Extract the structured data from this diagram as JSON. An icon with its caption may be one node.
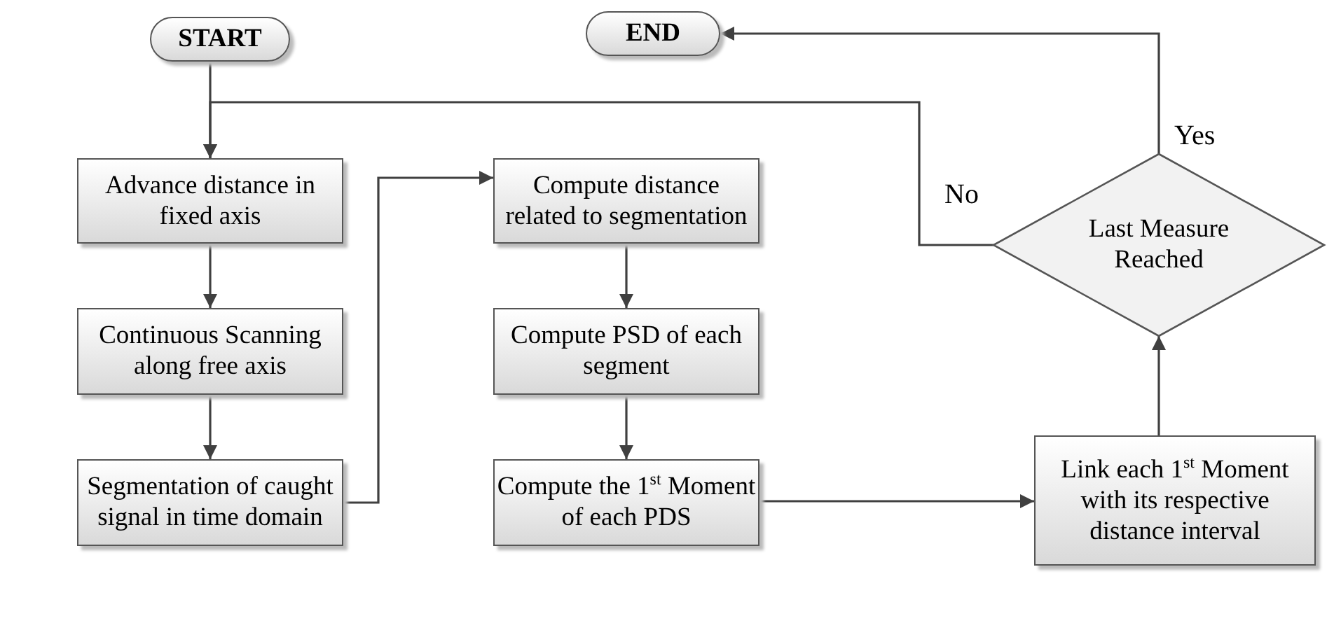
{
  "diagram": {
    "nodes": [
      {
        "text": [
          "START"
        ]
      },
      {
        "text": [
          "END"
        ]
      },
      {
        "text": [
          "Advance distance in fixed axis"
        ]
      },
      {
        "text": [
          "Continuous Scanning along free axis"
        ]
      },
      {
        "text": [
          "Segmentation of caught signal in time domain"
        ]
      },
      {
        "text": [
          "Compute distance related to segmentation"
        ]
      },
      {
        "text": [
          "Compute PSD of each segment"
        ]
      },
      {
        "text": [
          "Compute the 1$^{st}$ Moment of each PDS"
        ]
      },
      {
        "text": [
          "Last Measure Reached"
        ]
      },
      {
        "text": [
          "Link each 1$^{st}$ Moment with its respective distance interval"
        ]
      }
    ],
    "edges": [
      {
        "from": 0,
        "to": 2,
        "arrow": "to"
      },
      {
        "from": 2,
        "to": 3,
        "arrow": "to"
      },
      {
        "from": 3,
        "to": 4,
        "arrow": "to"
      },
      {
        "from": 4,
        "to": 5,
        "arrow": "to"
      },
      {
        "from": 5,
        "to": 6,
        "arrow": "to"
      },
      {
        "from": 6,
        "to": 7,
        "arrow": "to"
      },
      {
        "from": 7,
        "to": 9,
        "arrow": "to"
      },
      {
        "from": 9,
        "to": 8,
        "arrow": "to"
      },
      {
        "from": 8,
        "to": 1,
        "arrow": "to",
        "label": "Yes"
      },
      {
        "from": 8,
        "to": 2,
        "arrow": "to",
        "label": "No"
      }
    ]
  }
}
